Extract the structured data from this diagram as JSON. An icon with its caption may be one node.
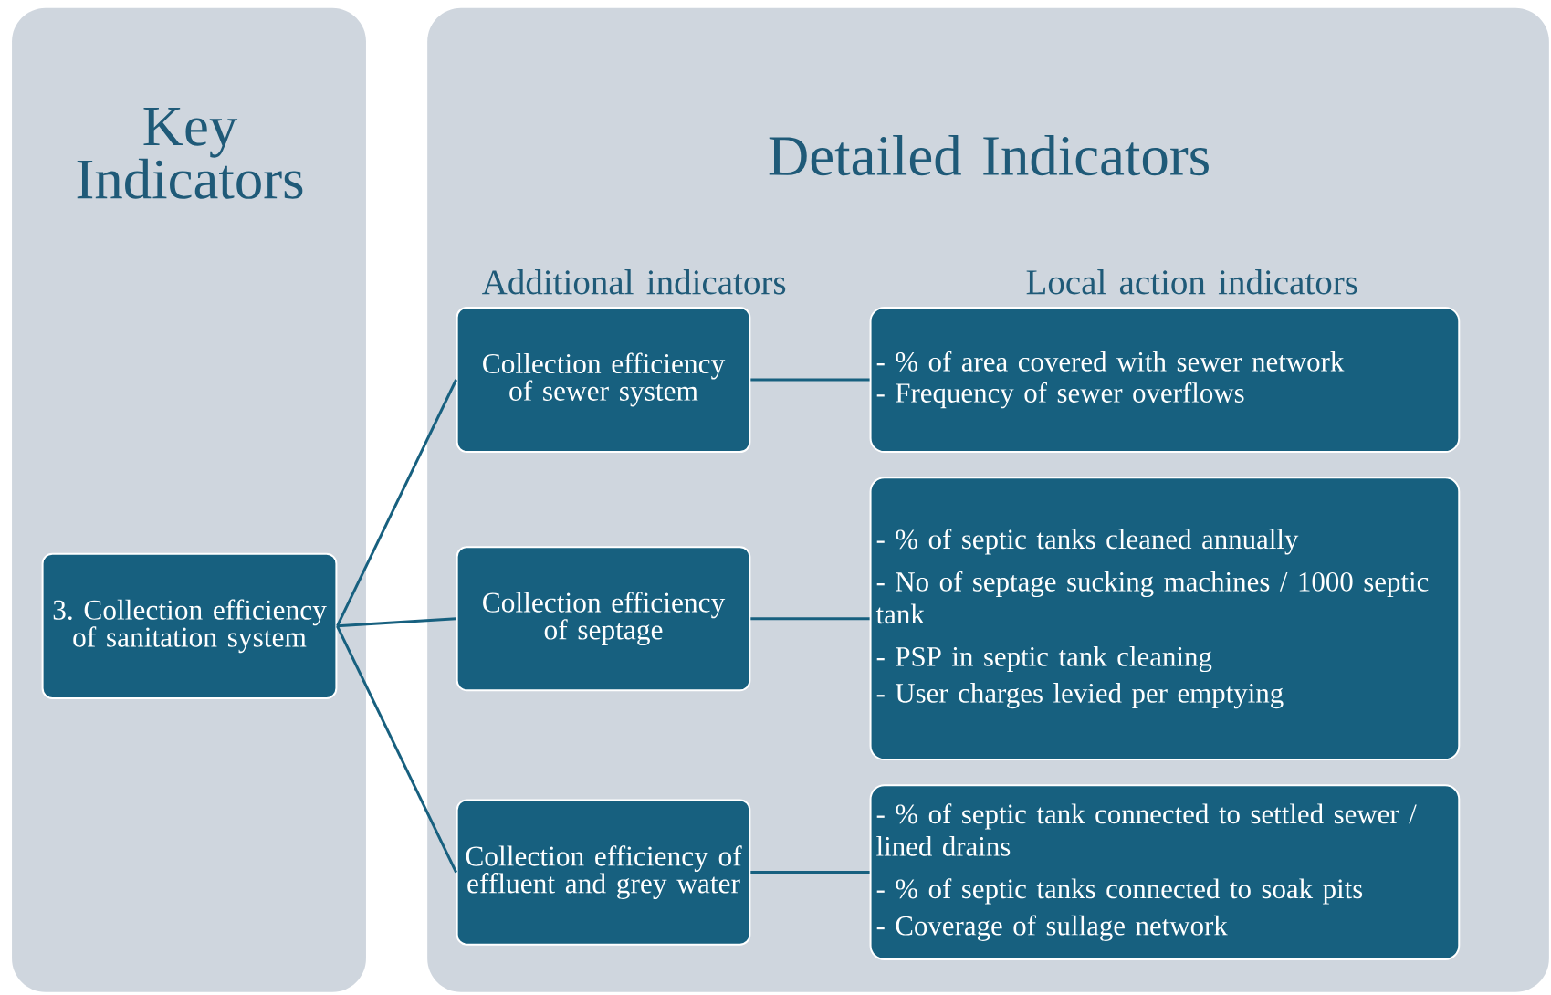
{
  "diagram": {
    "nodes": [
      {
        "text": [
          "Key Indicators"
        ]
      },
      {
        "text": [
          "Detailed Indicators",
          "Additional indicators",
          "Local action indicators"
        ]
      },
      {
        "text": [
          "3. Collection efficiency of sanitation system"
        ],
        "in": 0
      },
      {
        "text": [
          "Collection efficiency of sewer system"
        ],
        "in": 1
      },
      {
        "text": [
          "Collection efficiency of septage"
        ],
        "in": 1
      },
      {
        "text": [
          "Collection efficiency of effluent and grey water"
        ],
        "in": 1
      },
      {
        "text": [
          "- % of area covered with sewer network",
          "- Frequency of sewer overflows"
        ],
        "in": 1
      },
      {
        "text": [
          "- % of septic tanks cleaned annually",
          "- No of septage sucking machines / 1000 septic tank",
          "- PSP in septic tank cleaning",
          "- User charges levied per emptying"
        ],
        "in": 1
      },
      {
        "text": [
          "- % of septic tank connected to settled sewer / lined drains",
          "- % of septic tanks connected to soak pits",
          "- Coverage of sullage network"
        ],
        "in": 1
      }
    ],
    "edges": [
      {
        "from": 2,
        "to": 3,
        "arrow": "none"
      },
      {
        "from": 2,
        "to": 4,
        "arrow": "none"
      },
      {
        "from": 2,
        "to": 5,
        "arrow": "none"
      },
      {
        "from": 3,
        "to": 6,
        "arrow": "none"
      },
      {
        "from": 4,
        "to": 7,
        "arrow": "none"
      },
      {
        "from": 5,
        "to": 8,
        "arrow": "none"
      }
    ]
  }
}
